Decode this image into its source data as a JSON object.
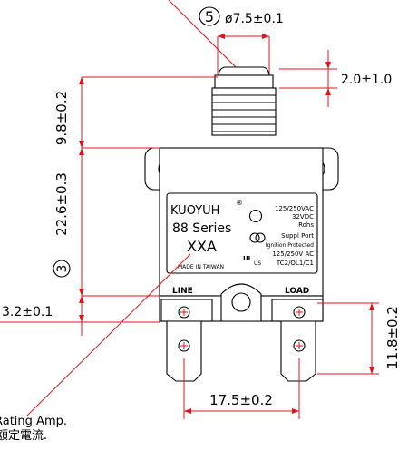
{
  "dimensions": {
    "button_diameter": "ø7.5±0.1",
    "button_callout": "5",
    "button_height": "2.0±1.0",
    "top_height": "9.8±0.2",
    "body_height": "22.6±0.3",
    "body_callout": "3",
    "bottom_offset": "3.2±0.1",
    "terminal_spacing": "17.5±0.2",
    "terminal_length": "11.8±0.2"
  },
  "label": {
    "brand": "KUOYUH",
    "registered": "®",
    "series": "88 Series",
    "rating_placeholder": "XXA",
    "made_in": "MADE IN TAIWAN",
    "voltage_ac": "125/250VAC",
    "voltage_dc": "32VDC",
    "rohs": "Rohs",
    "suppl_port": "Suppl Port",
    "ignition": "Ignition Protected",
    "voltage_ac2": "125/250V AC",
    "tc_code": "TC2/OL1/C1",
    "us_mark": "US",
    "ul_mark": "UL"
  },
  "terminals": {
    "left": "LINE",
    "right": "LOAD"
  },
  "note": {
    "rating_en": "Rating Amp.",
    "rating_zh": "額定電流."
  },
  "colors": {
    "dimension_line": "#e0141b",
    "outline": "#000000"
  }
}
